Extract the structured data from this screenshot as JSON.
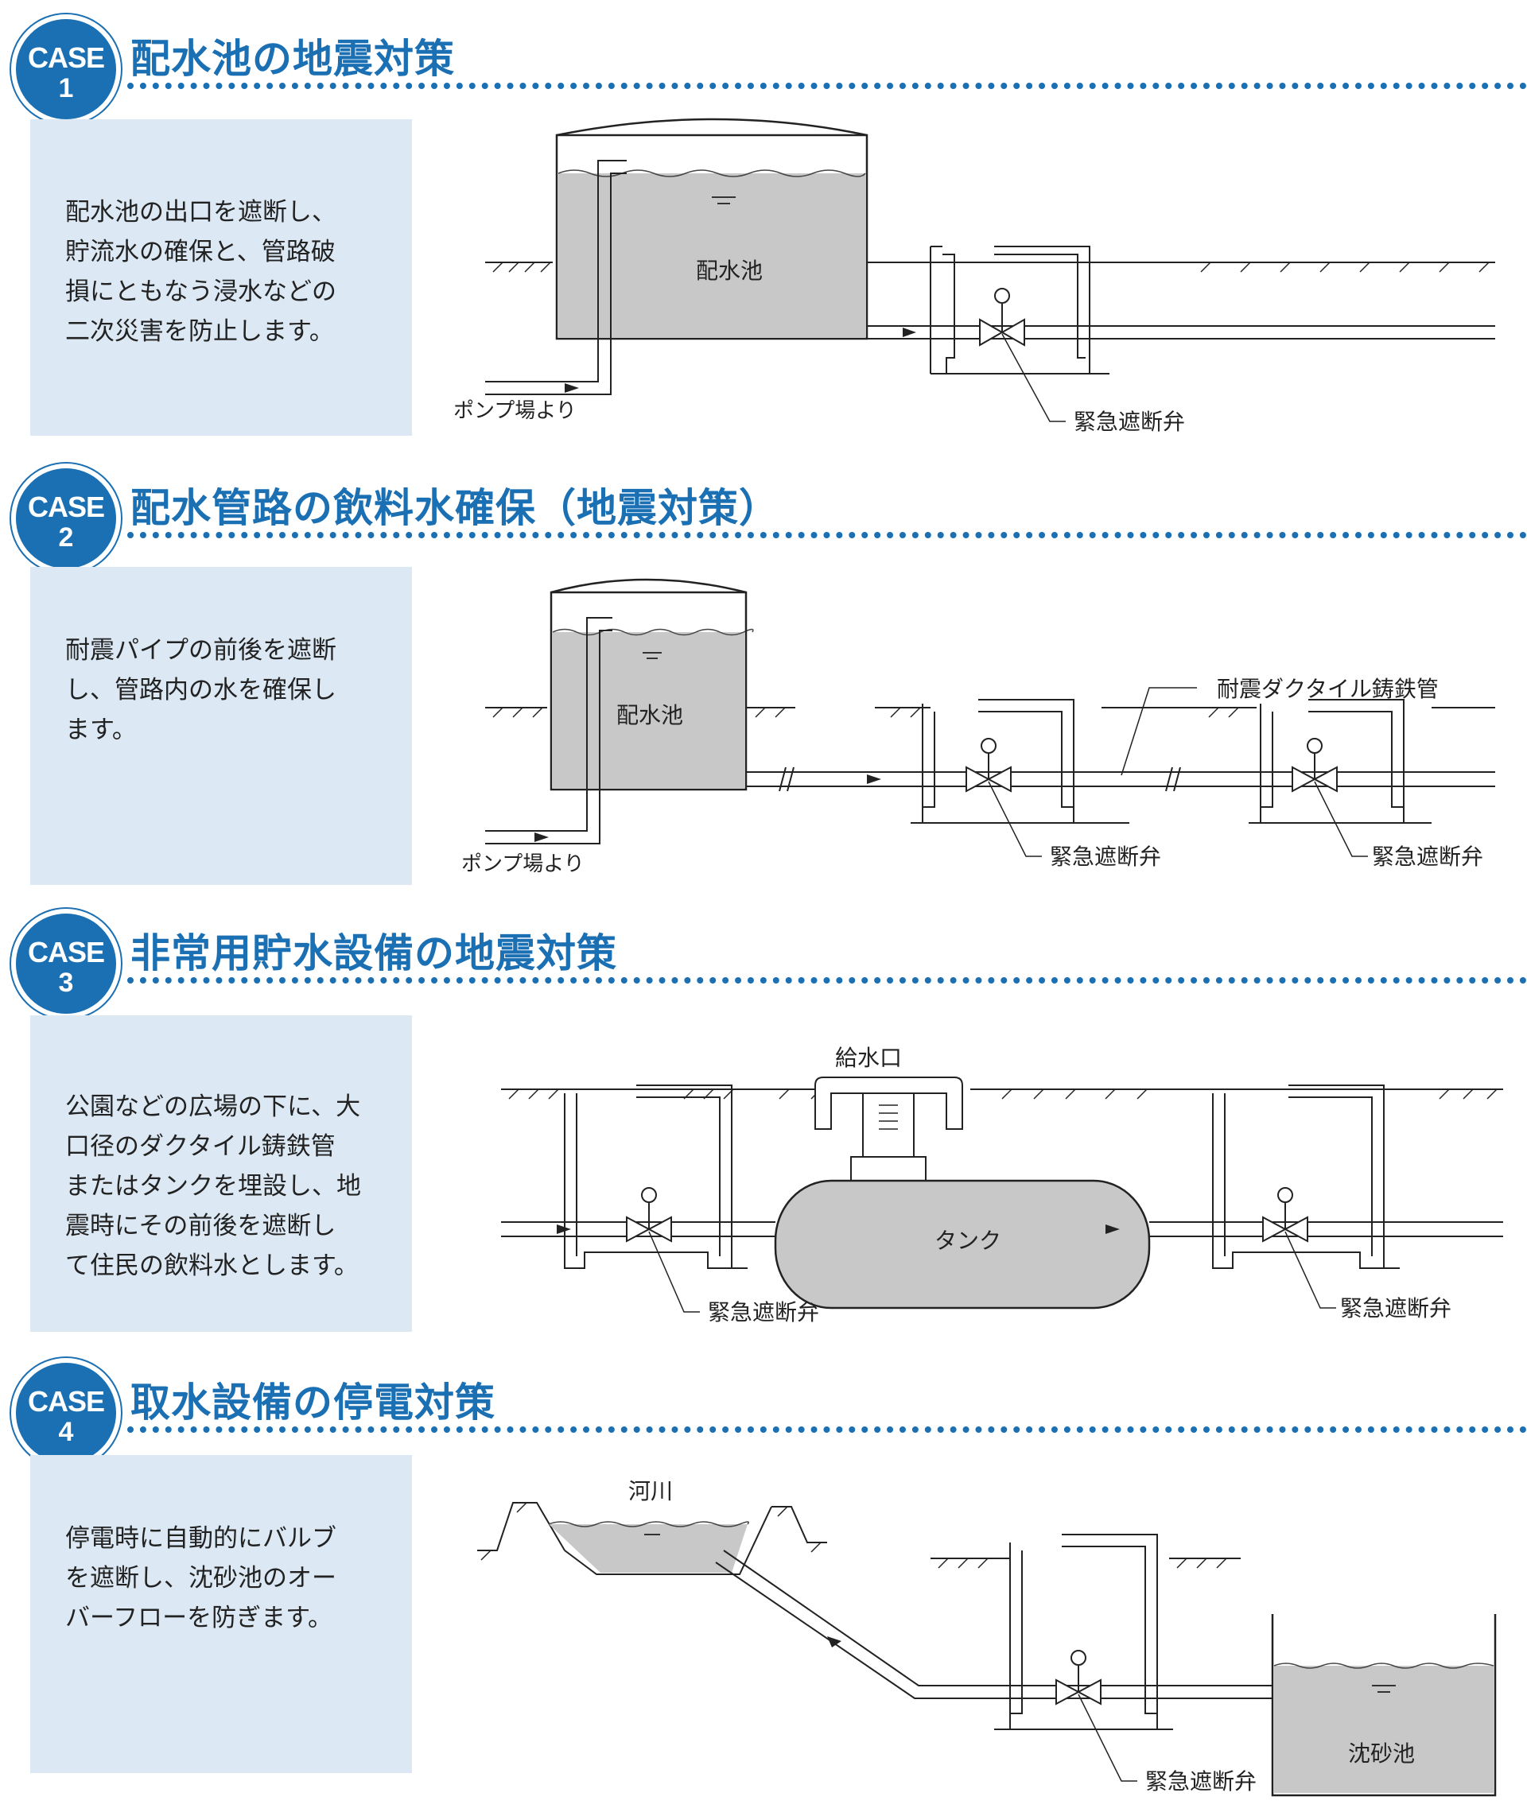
{
  "cases": [
    {
      "badge_word": "CASE",
      "number": "1",
      "title": "配水池の地震対策",
      "description": [
        "配水池の出口を遮断し、",
        "貯流水の確保と、管路破",
        "損にともなう浸水などの",
        "二次災害を防止します。"
      ],
      "labels": {
        "tank": "配水池",
        "inflow": "ポンプ場より",
        "valve": "緊急遮断弁"
      }
    },
    {
      "badge_word": "CASE",
      "number": "2",
      "title": "配水管路の飲料水確保（地震対策）",
      "description": [
        "耐震パイプの前後を遮断",
        "し、管路内の水を確保し",
        "ます。"
      ],
      "labels": {
        "tank": "配水池",
        "inflow": "ポンプ場より",
        "pipe": "耐震ダクタイル鋳鉄管",
        "valve1": "緊急遮断弁",
        "valve2": "緊急遮断弁"
      }
    },
    {
      "badge_word": "CASE",
      "number": "3",
      "title": "非常用貯水設備の地震対策",
      "description": [
        "公園などの広場の下に、大",
        "口径のダクタイル鋳鉄管",
        "またはタンクを埋設し、地",
        "震時にその前後を遮断し",
        "て住民の飲料水とします。"
      ],
      "labels": {
        "supply": "給水口",
        "tank": "タンク",
        "valve1": "緊急遮断弁",
        "valve2": "緊急遮断弁"
      }
    },
    {
      "badge_word": "CASE",
      "number": "4",
      "title": "取水設備の停電対策",
      "description": [
        "停電時に自動的にバルブ",
        "を遮断し、沈砂池のオー",
        "バーフローを防ぎます。"
      ],
      "labels": {
        "river": "河川",
        "basin": "沈砂池",
        "valve": "緊急遮断弁"
      }
    }
  ],
  "colors": {
    "accent": "#1b6fb3",
    "panel": "#dce9f4",
    "water": "#c8c8c8"
  }
}
